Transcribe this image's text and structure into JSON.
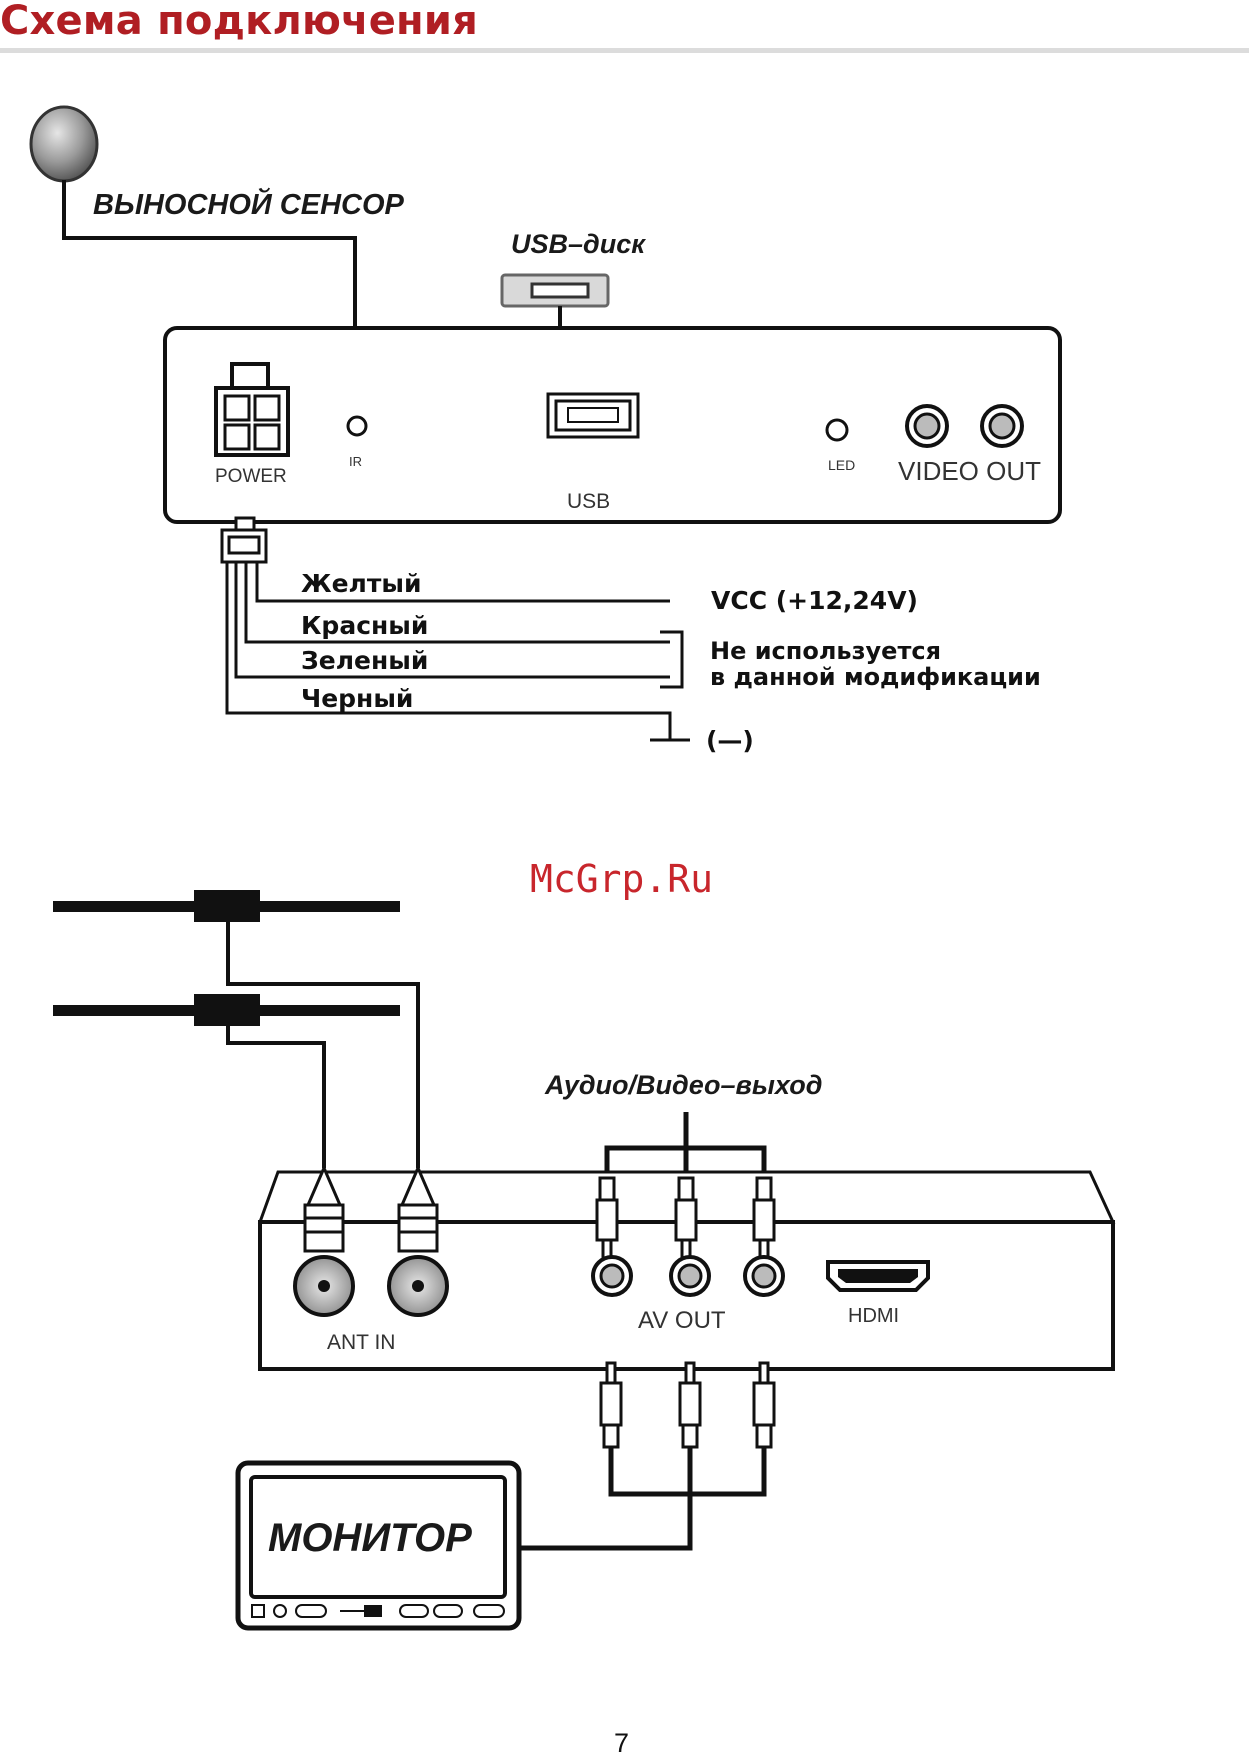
{
  "page": {
    "title": "Схема подключения",
    "number": "7",
    "watermark": "McGrp.Ru"
  },
  "diagram1": {
    "sensor_label": "ВЫНОСНОЙ СЕНСОР",
    "usb_disk_label": "USB–диск",
    "power_label": "POWER",
    "ir_label": "IR",
    "usb_label": "USB",
    "led_label": "LED",
    "video_out_label": "VIDEO OUT",
    "wires": {
      "yellow": "Желтый",
      "red": "Красный",
      "green": "Зеленый",
      "black": "Черный"
    },
    "vcc_label": "VCC (+12,24V)",
    "unused_line1": "Не используется",
    "unused_line2": "в данной модификации",
    "ground_label": "(—)"
  },
  "diagram2": {
    "av_out_title": "Аудио/Видео–выход",
    "ant_in_label": "ANT  IN",
    "av_out_label": "AV OUT",
    "hdmi_label": "HDMI",
    "monitor_label": "МОНИТОР"
  },
  "colors": {
    "title": "#b01e23",
    "watermark": "#c8262c",
    "line": "#111111"
  }
}
